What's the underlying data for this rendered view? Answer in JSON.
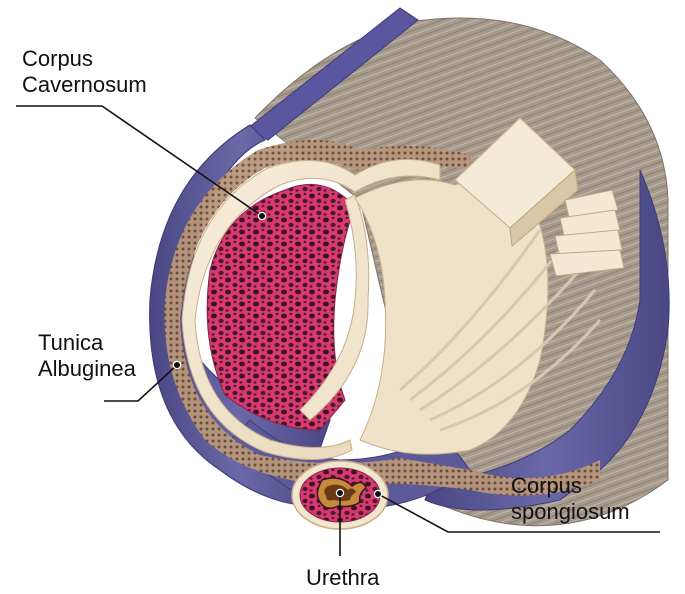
{
  "labels": {
    "corpus_cavernosum": {
      "line1": "Corpus",
      "line2": "Cavernosum"
    },
    "tunica_albuginea": {
      "line1": "Tunica",
      "line2": "Albuginea"
    },
    "corpus_spongiosum": {
      "line1": "Corpus",
      "line2": "spongiosum"
    },
    "urethra": {
      "line1": "Urethra"
    }
  },
  "colors": {
    "outer_sheath": "#5d5a9a",
    "outer_sheath_dark": "#3f3c78",
    "tunica": "#f3e6cf",
    "tunica_edge": "#c8ad88",
    "spongy_tissue": "#d0386c",
    "spongy_holes": "#3a1424",
    "fascia": "#b49a7a",
    "muscle_fibers": "#a89b8e",
    "leader_line": "#111111"
  }
}
